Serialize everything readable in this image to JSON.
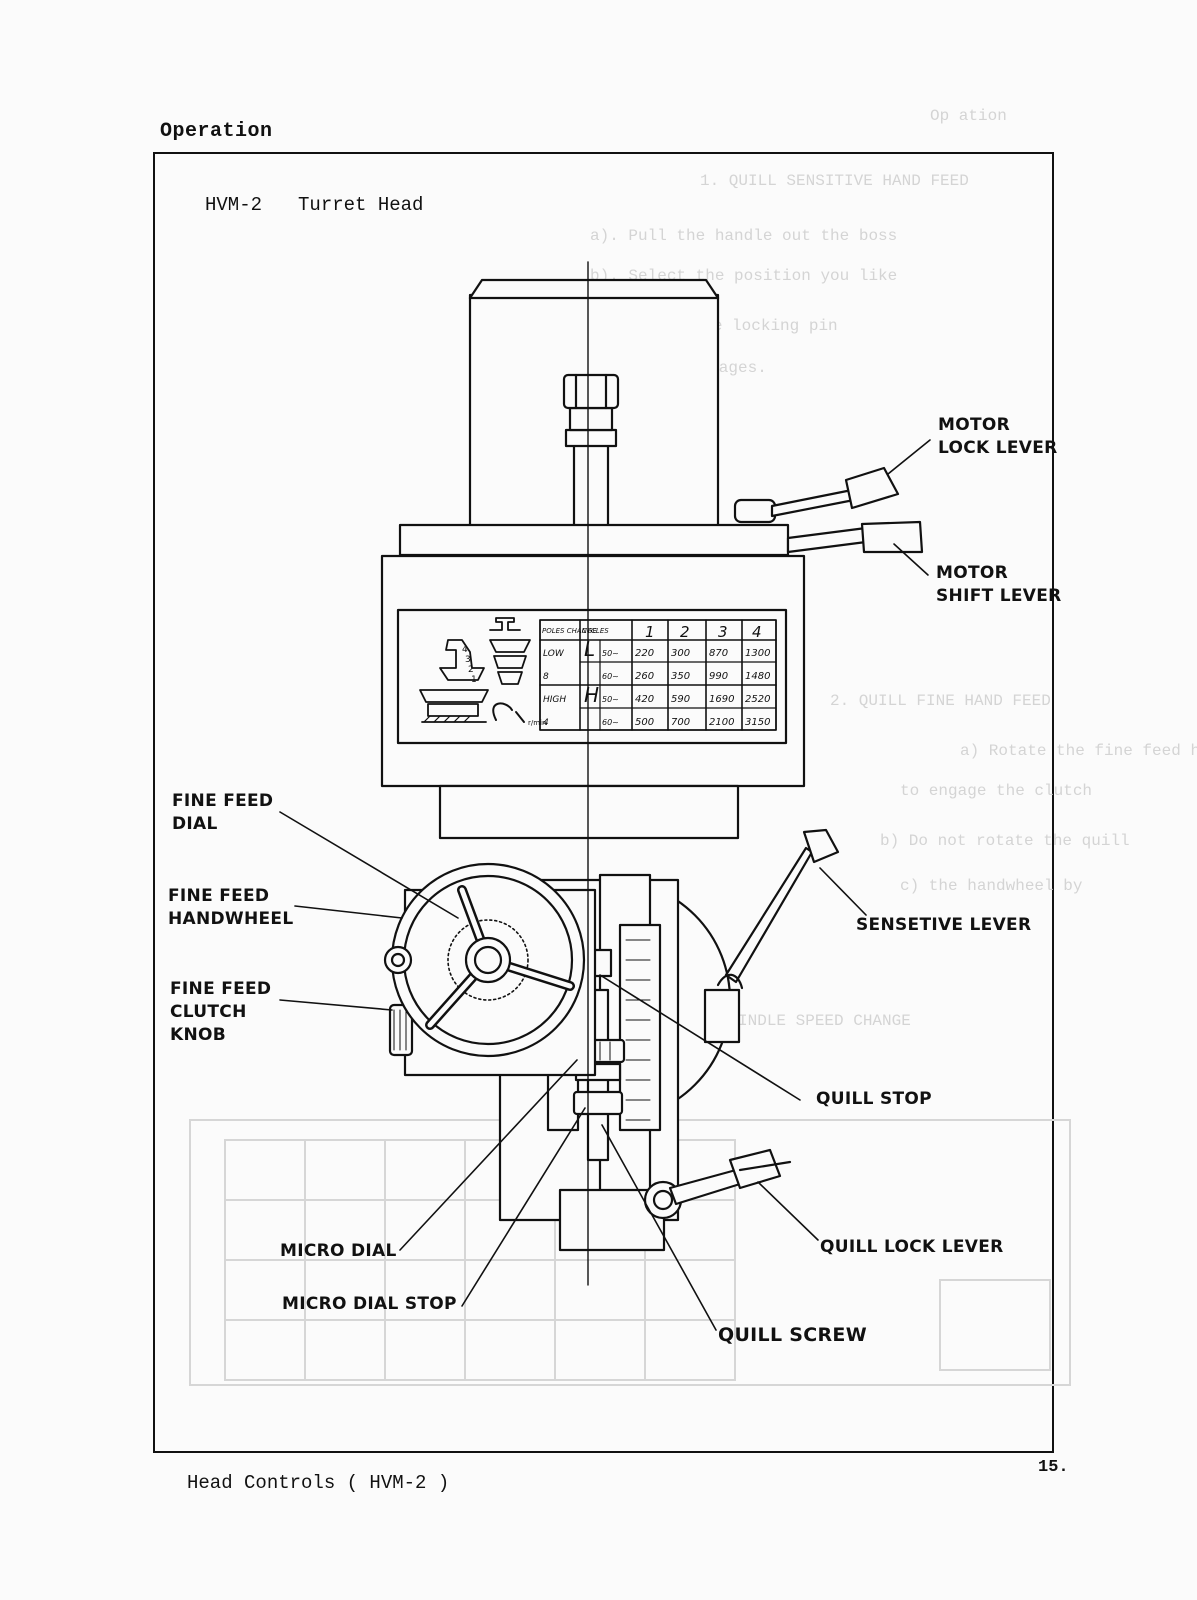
{
  "header": {
    "section": "Operation"
  },
  "figure": {
    "model": "HVM-2",
    "title": "Turret Head",
    "caption": "Head Controls ( HVM-2  )",
    "page_number": "15."
  },
  "callouts": {
    "motor_lock_lever": "MOTOR\nLOCK LEVER",
    "motor_shift_lever": "MOTOR\nSHIFT LEVER",
    "fine_feed_dial": "FINE FEED\nDIAL",
    "fine_feed_handwheel": "FINE FEED\nHANDWHEEL",
    "fine_feed_clutch_knob": "FINE FEED\nCLUTCH\nKNOB",
    "sensitive_lever": "SENSETIVE LEVER",
    "quill_stop": "QUILL STOP",
    "quill_lock_lever": "QUILL LOCK LEVER",
    "micro_dial": "MICRO DIAL",
    "micro_dial_stop": "MICRO DIAL STOP",
    "quill_screw": "QUILL SCREW"
  },
  "speed_plate": {
    "headers": [
      "POLES CHANGE",
      "CYCLES",
      "1",
      "2",
      "3",
      "4"
    ],
    "rows": [
      {
        "poles": "LOW",
        "range": "L",
        "cycles": "50~",
        "values": [
          "220",
          "300",
          "870",
          "1300"
        ]
      },
      {
        "poles": "8",
        "range": "",
        "cycles": "60~",
        "values": [
          "260",
          "350",
          "990",
          "1480"
        ]
      },
      {
        "poles": "HIGH",
        "range": "H",
        "cycles": "50~",
        "values": [
          "420",
          "590",
          "1690",
          "2520"
        ]
      },
      {
        "poles": "4",
        "range": "",
        "cycles": "60~",
        "values": [
          "500",
          "700",
          "2100",
          "3150"
        ]
      }
    ],
    "step_labels": [
      "4",
      "3",
      "2",
      "1"
    ],
    "rpm_unit": "r/min"
  }
}
